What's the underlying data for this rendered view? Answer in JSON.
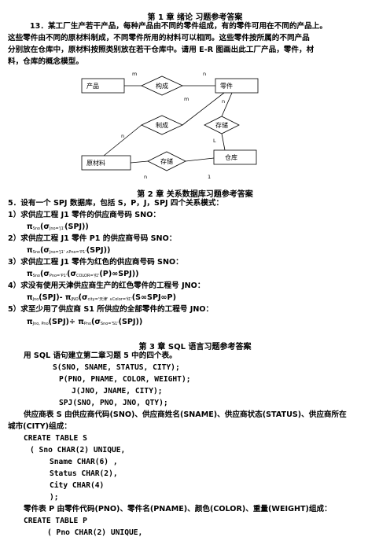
{
  "ch1": {
    "title": "第 1 章  绪论  习题参考答案",
    "q13": [
      "13．某工厂生产若干产品，每种产品由不同的零件组成，有的零件可用在不同的产品上。",
      "这些零件由不同的原材料制成，不同零件所用的材料可以相同。这些零件按所属的不同产品",
      "分别放在仓库中，原材料按照类别放在若干仓库中。请用 E-R 图画出此工厂产品，零件，材",
      "料，仓库的概念模型。"
    ],
    "er": {
      "product": "产品",
      "part": "零件",
      "material": "原材料",
      "warehouse": "仓库",
      "compose": "构成",
      "make": "制成",
      "store1": "存储",
      "store2": "存储",
      "card_m1": "m",
      "card_n1": "n",
      "card_m2": "m",
      "card_n2": "n",
      "card_n3": "n",
      "card_l": "L",
      "card_n4": "n",
      "card_1": "1"
    }
  },
  "ch2": {
    "title": "第 2 章  关系数据库习题参考答案",
    "intro": "5．设有一个 SPJ 数据库，包括 S，P，J，SPJ 四个关系模式：",
    "q1": "1）求供应工程 J1 零件的供应商号码 SNO：",
    "q2": "2）求供应工程 J1 零件 P1 的供应商号码 SNO：",
    "q3": "3）求供应工程 J1 零件为红色的供应商号码 SNO：",
    "q4": "4）求没有使用天津供应商生产的红色零件的工程号 JNO：",
    "q5": "5）求至少用了供应商 S1 所供应的全部零件的工程号 JNO：",
    "f1": {
      "pi": "π",
      "sub": "Sno",
      "rest": "(σ",
      "sub2": "Jno='J1'",
      "tail": "(SPJ))"
    },
    "f2": {
      "pi": "π",
      "sub": "Sno",
      "rest": "(σ",
      "sub2": "Jno='J1' ∧Pno='P1'",
      "tail": "(SPJ))"
    },
    "f3": {
      "pi": "π",
      "sub": "Sno",
      "rest": "(σ",
      "sub2": "Pno='P1'",
      "mid": "(σ",
      "sub3": "COLOR='红'",
      "tail": "(P)∞SPJ))"
    },
    "f4": {
      "pi": "π",
      "sub": "Jno",
      "mid": "(SPJ)- π",
      "sub2": "JNO",
      "rest": "(σ",
      "sub3": "city='天津' ∧Color='红'",
      "tail": "(S∞SPJ∞P)"
    },
    "f5": {
      "pi": "π",
      "sub": "Jno, Pno",
      "mid": "(SPJ)÷ π",
      "sub2": "Pno",
      "rest": "(σ",
      "sub3": "Sno='S1'",
      "tail": "(SPJ))"
    }
  },
  "ch3": {
    "title": "第 3 章  SQL 语言习题参考答案",
    "intro": "用 SQL 语句建立第二章习题 5 中的四个表。",
    "schemas": [
      "S(SNO, SNAME, STATUS, CITY);",
      "P(PNO, PNAME, COLOR, WEIGHT);",
      "J(JNO, JNAME, CITY);",
      "SPJ(SNO, PNO, JNO, QTY);"
    ],
    "s_desc_1": "供应商表 S 由供应商代码(SNO)、供应商姓名(SNAME)、供应商状态(STATUS)、供应商所在",
    "s_desc_2": "城市(CITY)组成：",
    "create_s": "CREATE TABLE S",
    "s_cols": [
      "(   Sno CHAR(2) UNIQUE,",
      "Sname CHAR(6) ,",
      "Status  CHAR(2),",
      "City CHAR(4)",
      ");"
    ],
    "p_desc": "零件表 P 由零件代码(PNO)、零件名(PNAME)、颜色(COLOR)、重量(WEIGHT)组成：",
    "create_p": "CREATE TABLE P",
    "p_first": "( Pno  CHAR(2) UNIQUE,"
  }
}
